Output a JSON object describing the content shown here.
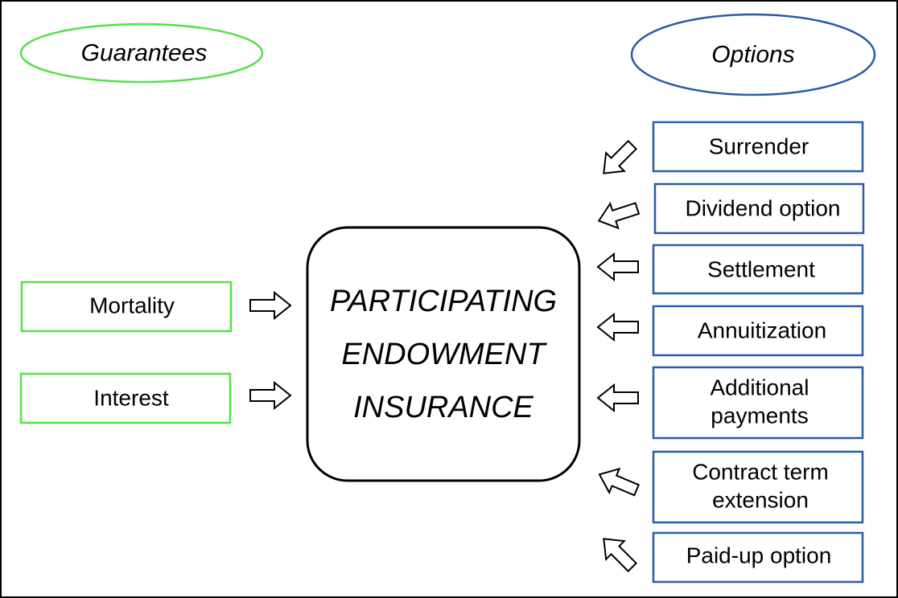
{
  "colors": {
    "guarantee_accent": "#55e04a",
    "option_accent": "#2a5ba8",
    "frame": "#000000",
    "arrow_fill": "#ffffff",
    "text": "#000000"
  },
  "headers": {
    "guarantees": "Guarantees",
    "options": "Options"
  },
  "center": {
    "lines": [
      "PARTICIPATING",
      "ENDOWMENT",
      "INSURANCE"
    ]
  },
  "guarantees": [
    {
      "label": "Mortality"
    },
    {
      "label": "Interest"
    }
  ],
  "options": [
    {
      "lines": [
        "Surrender"
      ]
    },
    {
      "lines": [
        "Dividend option"
      ]
    },
    {
      "lines": [
        "Settlement"
      ]
    },
    {
      "lines": [
        "Annuitization"
      ]
    },
    {
      "lines": [
        "Additional",
        "payments"
      ]
    },
    {
      "lines": [
        "Contract term",
        "extension"
      ]
    },
    {
      "lines": [
        "Paid-up option"
      ]
    }
  ],
  "arrows": {
    "into_center": [
      "arrow-right",
      "arrow-right"
    ],
    "from_options": [
      "arrow-down-left",
      "arrow-left",
      "arrow-left",
      "arrow-left",
      "arrow-left",
      "arrow-up-left",
      "arrow-up-left"
    ]
  }
}
